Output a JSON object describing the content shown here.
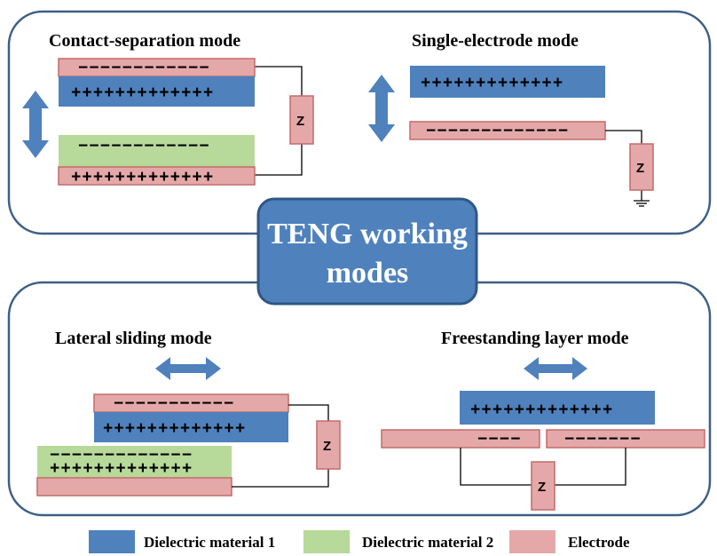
{
  "colors": {
    "dielectric1": "#4F81BD",
    "dielectric2": "#B7D99A",
    "electrode": "#E4A8A8",
    "electrode_border": "#C46A6A",
    "frame": "#3D5F86",
    "center_fill": "#4F81BD",
    "center_border": "#2F5785",
    "wire": "#000000"
  },
  "center": {
    "line1": "TENG working",
    "line2": "modes"
  },
  "panels": {
    "contact_separation": {
      "title": "Contact-separation mode",
      "top_electrode_charges": "−−−−−−−−−−−−",
      "top_dielectric_charges": "+++++++++++++",
      "bottom_dielectric_charges": "−−−−−−−−−−−−",
      "bottom_electrode_charges": "+++++++++++++",
      "load_label": "Z"
    },
    "single_electrode": {
      "title": "Single-electrode mode",
      "dielectric_charges": "+++++++++++++",
      "electrode_charges": "−−−−−−−−−−−−−",
      "load_label": "Z"
    },
    "lateral_sliding": {
      "title": "Lateral sliding mode",
      "top_electrode_charges": "−−−−−−−−−−−",
      "top_dielectric_charges": "+++++++++++++",
      "bottom_dielectric_charges_neg": "−−−−−−−−−−−−−",
      "bottom_dielectric_charges_pos": "+++++++++++++",
      "load_label": "Z"
    },
    "freestanding": {
      "title": "Freestanding layer mode",
      "dielectric_charges": "+++++++++++++",
      "left_electrode_charges": "−−−−",
      "right_electrode_charges": "−−−−−−−",
      "load_label": "Z"
    }
  },
  "legend": {
    "items": [
      {
        "label": "Dielectric material 1",
        "color": "#4F81BD"
      },
      {
        "label": "Dielectric material 2",
        "color": "#B7D99A"
      },
      {
        "label": "Electrode",
        "color": "#E4A8A8"
      }
    ]
  }
}
